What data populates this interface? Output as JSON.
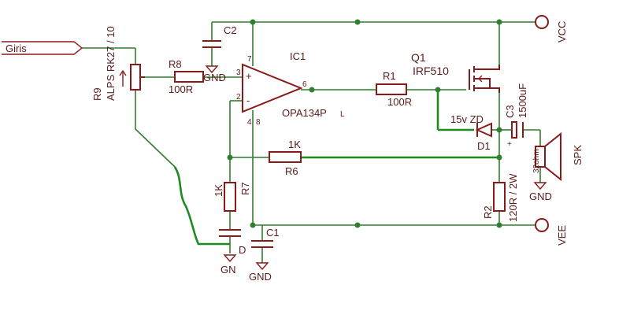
{
  "diagram": {
    "input": {
      "label": "Giris"
    },
    "r9": {
      "ref": "R9",
      "value": "ALPS RK27 / 10"
    },
    "r8": {
      "ref": "R8",
      "value": "100R"
    },
    "c2": {
      "ref": "C2"
    },
    "gnd_c2": "GND",
    "ic1": {
      "ref": "IC1",
      "value": "OPA134P",
      "value_suffix": "L",
      "pin3": "3",
      "pin2": "2",
      "pin6": "6",
      "pin7": "7",
      "pin4": "4",
      "pin8": "8",
      "plus": "+",
      "minus": "-"
    },
    "r1": {
      "ref": "R1",
      "value": "100R"
    },
    "q1": {
      "ref": "Q1",
      "value": "IRF510"
    },
    "vcc": "VCC",
    "vee": "VEE",
    "d1": {
      "ref": "D1",
      "value": "15v ZD"
    },
    "c3": {
      "ref": "C3",
      "value": "1500uF",
      "plus": "+"
    },
    "r6": {
      "ref": "R6",
      "value": "1K"
    },
    "r7": {
      "ref": "R7",
      "value": "1K"
    },
    "r2": {
      "ref": "R2",
      "value": "120R / 2W"
    },
    "spk": {
      "ref": "SPK",
      "value": "32ohm"
    },
    "gnd_spk": "GND",
    "c1": {
      "ref": "C1"
    },
    "gnd_c1": "GND",
    "gnd_r7": "GN",
    "cap_r7": "D",
    "colors": {
      "wire": "#2f7f2f",
      "component": "#8a1a1a",
      "text": "#5a1a1a"
    }
  }
}
